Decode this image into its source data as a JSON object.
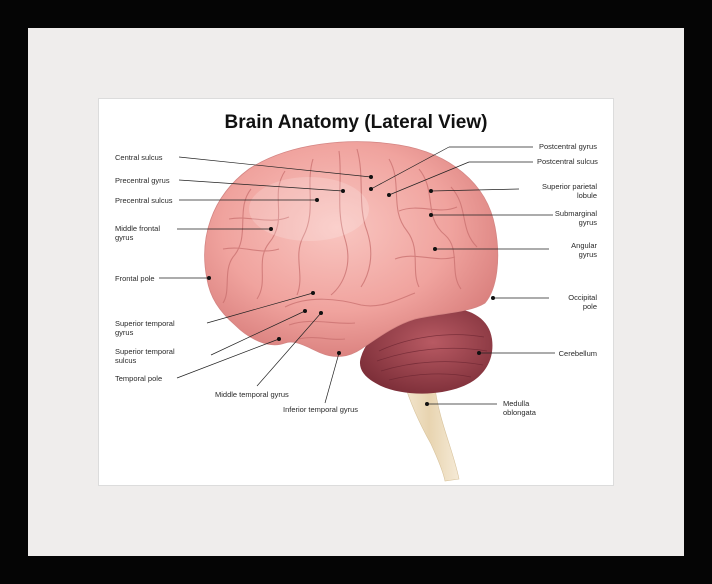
{
  "title": "Brain Anatomy (Lateral View)",
  "labels": {
    "central_sulcus": "Central sulcus",
    "precentral_gyrus": "Precentral gyrus",
    "precentral_sulcus": "Precentral sulcus",
    "middle_frontal_gyrus_1": "Middle frontal",
    "middle_frontal_gyrus_2": "gyrus",
    "frontal_pole": "Frontal pole",
    "superior_temporal_gyrus_1": "Superior temporal",
    "superior_temporal_gyrus_2": "gyrus",
    "superior_temporal_sulcus_1": "Superior temporal",
    "superior_temporal_sulcus_2": "sulcus",
    "temporal_pole": "Temporal pole",
    "middle_temporal_gyrus": "Middle temporal gyrus",
    "inferior_temporal_gyrus": "Inferior temporal gyrus",
    "postcentral_gyrus": "Postcentral gyrus",
    "postcentral_sulcus": "Postcentral sulcus",
    "superior_parietal_lobule_1": "Superior parietal",
    "superior_parietal_lobule_2": "lobule",
    "supramarginal_gyrus_1": "Submarginal",
    "supramarginal_gyrus_2": "gyrus",
    "angular_gyrus_1": "Angular",
    "angular_gyrus_2": "gyrus",
    "occipital_pole_1": "Occipital",
    "occipital_pole_2": "pole",
    "cerebellum": "Cerebellum",
    "medulla_oblongata_1": "Medulla",
    "medulla_oblongata_2": "oblongata"
  },
  "colors": {
    "frame": "#050505",
    "mat": "#efedec",
    "brain": "#f2a7a3",
    "cerebellum": "#a04650",
    "brainstem": "#e8d8b8"
  }
}
